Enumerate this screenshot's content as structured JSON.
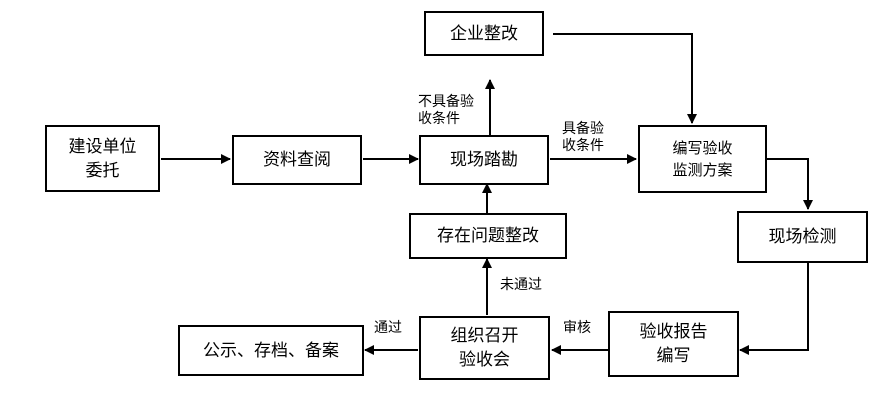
{
  "nodes": {
    "client": "建设单位\n委托",
    "review": "资料查阅",
    "survey": "现场踏勘",
    "enterprise_fix": "企业整改",
    "plan": "编写验收\n监测方案",
    "inspect": "现场检测",
    "report": "验收报告\n编写",
    "meeting": "组织召开\n验收会",
    "publish": "公示、存档、备案",
    "problem_fix": "存在问题整改"
  },
  "edges": {
    "not_ready": "不具备验\n收条件",
    "ready": "具备验\n收条件",
    "audit": "审核",
    "pass": "通过",
    "fail": "未通过"
  }
}
